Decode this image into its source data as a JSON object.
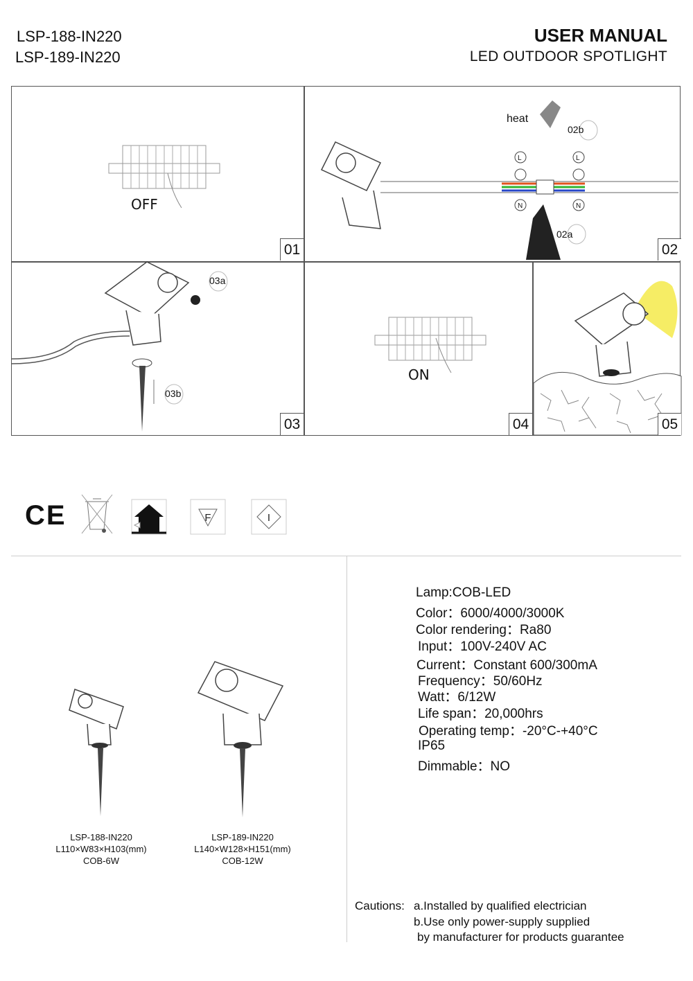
{
  "header": {
    "models": [
      "LSP-188-IN220",
      "LSP-189-IN220"
    ],
    "title": "USER MANUAL",
    "subtitle": "LED OUTDOOR  SPOTLIGHT"
  },
  "steps": [
    {
      "number": "01",
      "label": "OFF"
    },
    {
      "number": "02",
      "callouts": [
        "heat",
        "02b",
        "02a"
      ],
      "wire_labels": [
        "L",
        "N"
      ]
    },
    {
      "number": "03",
      "callouts": [
        "03a",
        "03b"
      ]
    },
    {
      "number": "04",
      "label": "ON"
    },
    {
      "number": "05"
    }
  ],
  "certifications": [
    "ce-mark-icon",
    "weee-bin-icon",
    "indoor-outdoor-icon",
    "f-mark-icon",
    "class-i-icon"
  ],
  "cert_text": {
    "ce": "CE",
    "f": "F",
    "i": "I"
  },
  "products": [
    {
      "model": "LSP-188-IN220",
      "dimensions": "L110×W83×H103(mm)",
      "power": "COB-6W"
    },
    {
      "model": "LSP-189-IN220",
      "dimensions": "L140×W128×H151(mm)",
      "power": "COB-12W"
    }
  ],
  "specs": [
    "Lamp:COB-LED",
    "Color：6000/4000/3000K",
    "Color rendering：Ra80",
    "Input：100V-240V AC",
    "Current：Constant 600/300mA",
    "Frequency：50/60Hz",
    "Watt：6/12W",
    "Life span：20,000hrs",
    "Operating temp：-20°C-+40°C",
    "IP65",
    "Dimmable：NO"
  ],
  "cautions": {
    "label": "Cautions:",
    "items": [
      "a.Installed by qualified electrician",
      "b.Use only power-supply supplied",
      "by manufacturer for products guarantee"
    ]
  },
  "colors": {
    "live": "#e0531c",
    "earth": "#2fb52f",
    "neutral": "#2747c9",
    "light": "#f5ea4a"
  }
}
